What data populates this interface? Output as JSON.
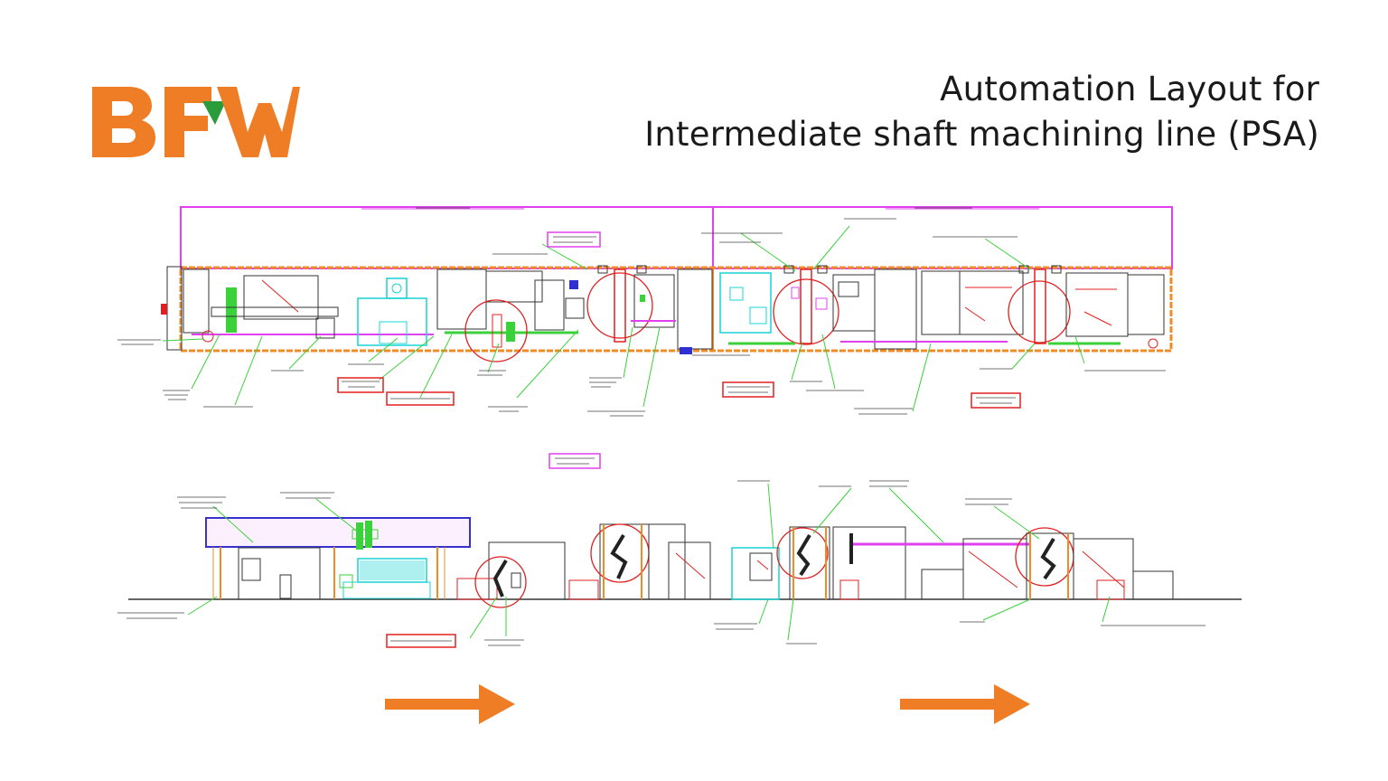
{
  "brand": {
    "logo_text": "BFW",
    "color_primary": "#ee7d26",
    "color_accent": "#2a9d3a"
  },
  "title": {
    "line1": "Automation Layout for",
    "line2": "Intermediate shaft machining line (PSA)"
  },
  "colors": {
    "frame_orange": "#f08c28",
    "magenta": "#e040ee",
    "robot_red": "#e02020",
    "green": "#3ad13a",
    "cyan": "#18d4d4",
    "blue": "#3030d0",
    "arrow_orange": "#ee7d26"
  },
  "flow_direction": [
    "right-arrow",
    "right-arrow"
  ]
}
